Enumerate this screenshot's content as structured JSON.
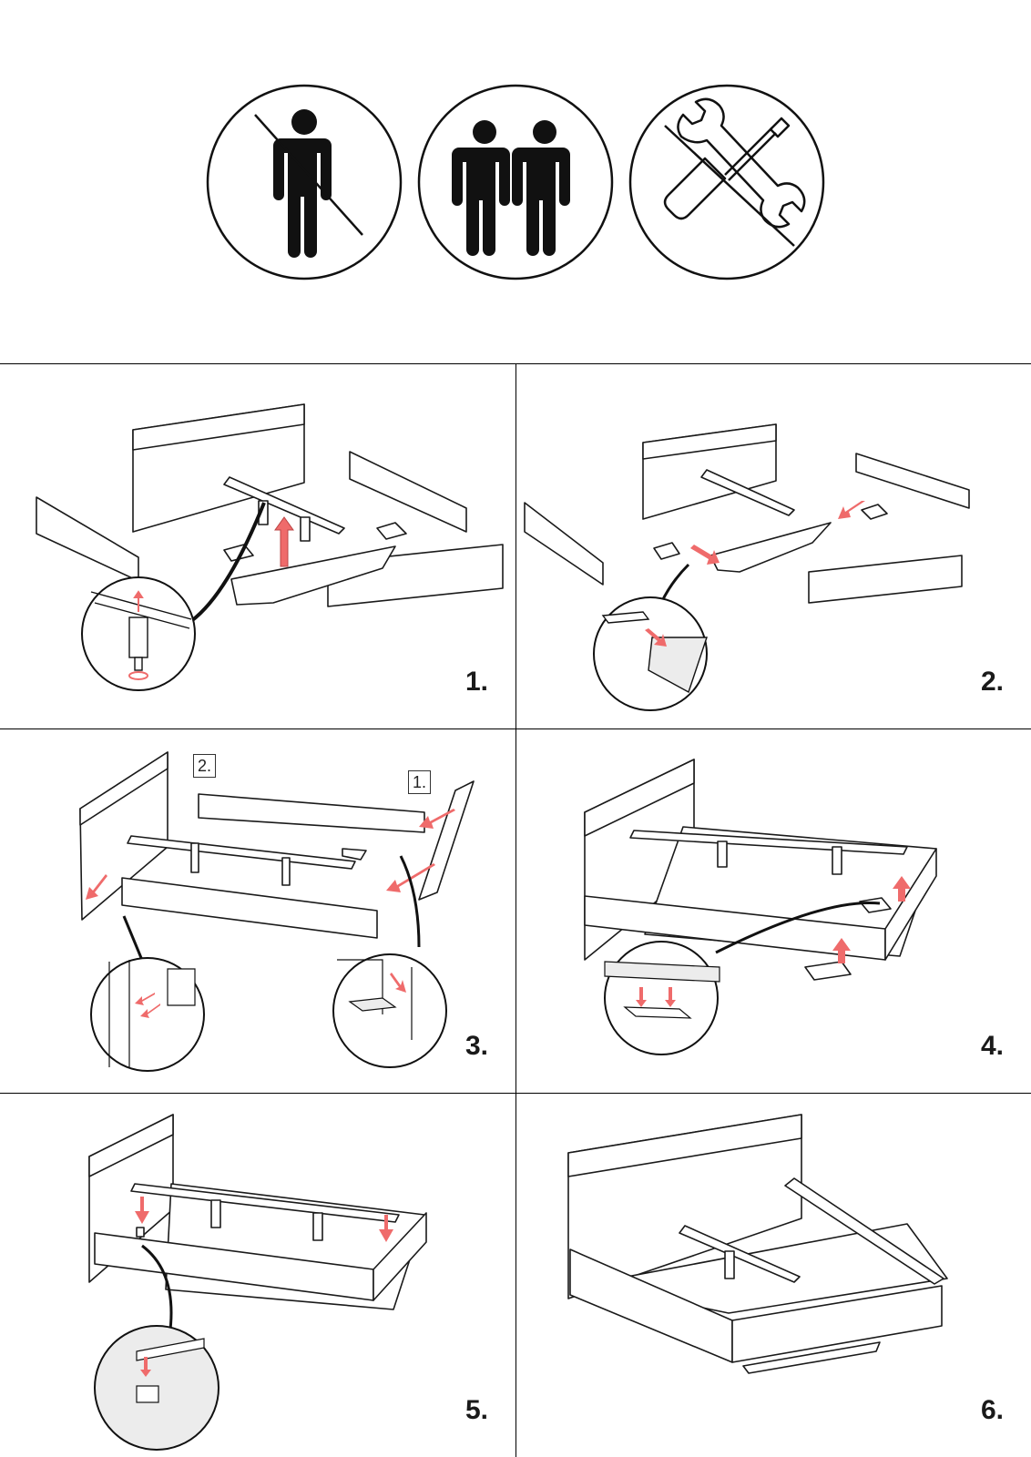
{
  "header": {
    "icons": [
      {
        "icon": "one-person-crossed-icon"
      },
      {
        "icon": "two-persons-icon"
      },
      {
        "icon": "no-tools-icon"
      }
    ]
  },
  "steps": [
    {
      "number": "1."
    },
    {
      "number": "2."
    },
    {
      "number": "3.",
      "sub_labels": [
        "2.",
        "1."
      ]
    },
    {
      "number": "4."
    },
    {
      "number": "5."
    },
    {
      "number": "6."
    }
  ],
  "colors": {
    "line": "#1a1a1a",
    "arrow": "#ef6b6b",
    "panel_fill": "#f4f4f4",
    "detail_fill": "#ececec"
  }
}
